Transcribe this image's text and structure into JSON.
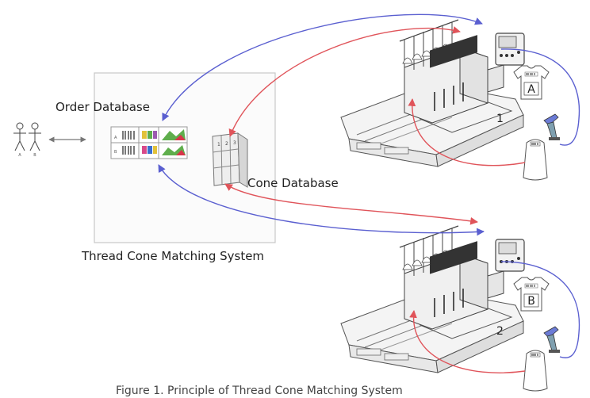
{
  "labels": {
    "order_database": "Order Database",
    "cone_database": "Cone Database",
    "system": "Thread Cone Matching System",
    "caption": "Figure 1. Principle of Thread Cone Matching System"
  },
  "machines": [
    {
      "number": "1",
      "shirt": "A"
    },
    {
      "number": "2",
      "shirt": "B"
    }
  ],
  "people_letters": [
    "A",
    "B"
  ],
  "cone_grid_numbers": [
    "1",
    "2",
    "3"
  ],
  "colors": {
    "link_blue": "#5a5fd0",
    "link_red": "#e0545a",
    "frame": "#c8c8c8",
    "machine_line": "#555555"
  }
}
